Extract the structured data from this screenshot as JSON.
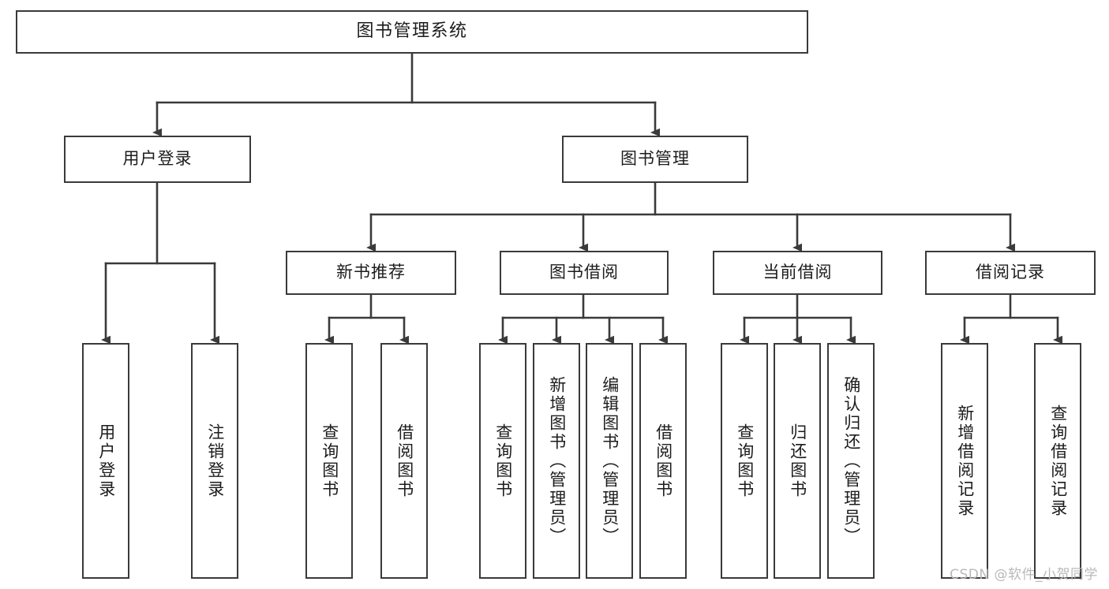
{
  "diagram": {
    "title": "图书管理系统",
    "type": "hierarchy-tree",
    "background_color": "#ffffff",
    "box_border_color": "#3a3a3a",
    "connector_color": "#3a3a3a",
    "text_color": "#1c1c1c",
    "levels": 4
  },
  "nodes": {
    "root": {
      "label": "图书管理系统",
      "orientation": "horizontal"
    },
    "level2": [
      {
        "label": "用户登录",
        "orientation": "horizontal"
      },
      {
        "label": "图书管理",
        "orientation": "horizontal"
      }
    ],
    "level3": [
      {
        "label": "新书推荐",
        "orientation": "horizontal"
      },
      {
        "label": "图书借阅",
        "orientation": "horizontal"
      },
      {
        "label": "当前借阅",
        "orientation": "horizontal"
      },
      {
        "label": "借阅记录",
        "orientation": "horizontal"
      }
    ],
    "leaves_user_login": [
      {
        "label": "用户登录",
        "orientation": "vertical"
      },
      {
        "label": "注销登录",
        "orientation": "vertical"
      }
    ],
    "leaves_new_book": [
      {
        "label": "查询图书",
        "orientation": "vertical"
      },
      {
        "label": "借阅图书",
        "orientation": "vertical"
      }
    ],
    "leaves_borrow": [
      {
        "label": "查询图书",
        "orientation": "vertical"
      },
      {
        "label": "新增图书（管理员）",
        "orientation": "vertical"
      },
      {
        "label": "编辑图书（管理员）",
        "orientation": "vertical"
      },
      {
        "label": "借阅图书",
        "orientation": "vertical"
      }
    ],
    "leaves_current": [
      {
        "label": "查询图书",
        "orientation": "vertical"
      },
      {
        "label": "归还图书",
        "orientation": "vertical"
      },
      {
        "label": "确认归还（管理员）",
        "orientation": "vertical"
      }
    ],
    "leaves_records": [
      {
        "label": "新增借阅记录",
        "orientation": "vertical"
      },
      {
        "label": "查询借阅记录",
        "orientation": "vertical"
      }
    ]
  },
  "watermark": {
    "text": "CSDN @软件_小贺同学"
  }
}
